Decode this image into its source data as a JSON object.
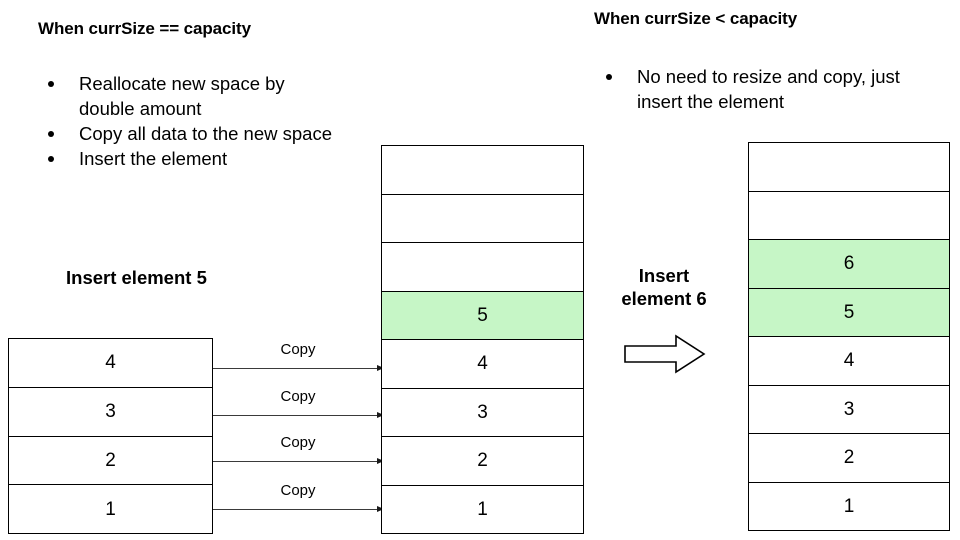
{
  "left_panel": {
    "heading": "When currSize == capacity",
    "bullets": [
      "Reallocate new space by double amount",
      "Copy all data to the new space",
      "Insert the element"
    ],
    "caption": "Insert element 5",
    "source_array": {
      "label": "source-array",
      "cells": [
        "4",
        "3",
        "2",
        "1"
      ]
    },
    "new_array": {
      "label": "new-array",
      "cells": [
        "",
        "",
        "",
        "5",
        "4",
        "3",
        "2",
        "1"
      ],
      "highlighted_indices": [
        3
      ]
    },
    "copy_arrows": [
      {
        "label": "Copy"
      },
      {
        "label": "Copy"
      },
      {
        "label": "Copy"
      },
      {
        "label": "Copy"
      }
    ]
  },
  "right_panel": {
    "heading": "When currSize < capacity",
    "bullets": [
      "No need to resize and copy, just insert the element"
    ],
    "caption": "Insert element 6",
    "array": {
      "label": "capacity-array",
      "cells": [
        "",
        "",
        "6",
        "5",
        "4",
        "3",
        "2",
        "1"
      ],
      "highlighted_indices": [
        2,
        3
      ]
    }
  },
  "colors": {
    "highlight_green": "#c6f6c6",
    "stroke": "#000000",
    "arrow_stroke": "#3a3a3a",
    "background": "#ffffff"
  },
  "icons": {
    "block_arrow": "right-block-arrow-icon",
    "bullet": "bullet-dot-icon",
    "copy_arrow": "copy-arrow-icon"
  }
}
